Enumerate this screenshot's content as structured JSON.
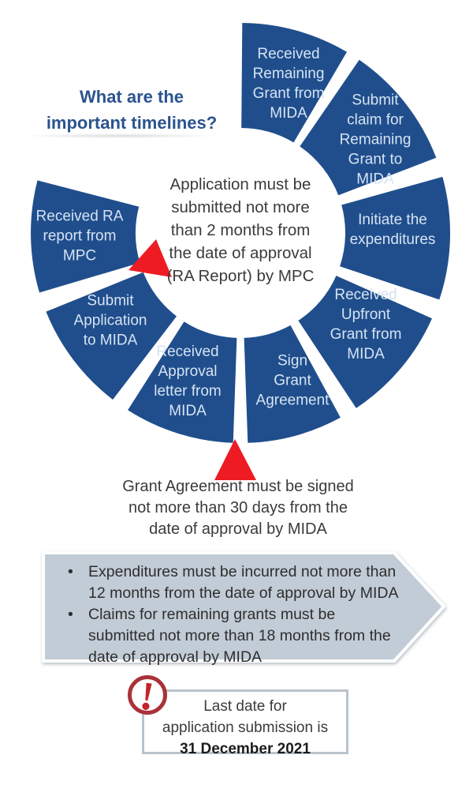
{
  "title": "What are the\nimportant timelines?",
  "ring": {
    "segments": [
      {
        "label": "Received\nRemaining\nGrant from\nMIDA"
      },
      {
        "label": "Submit\nclaim for\nRemaining\nGrant to\nMIDA"
      },
      {
        "label": "Initiate the\nexpenditures"
      },
      {
        "label": "Received\nUpfront\nGrant from\nMIDA"
      },
      {
        "label": "Sign\nGrant\nAgreement"
      },
      {
        "label": "Received\nApproval\nletter from\nMIDA"
      },
      {
        "label": "Submit\nApplication\nto MIDA"
      },
      {
        "label": "Received RA\nreport from\nMPC"
      }
    ],
    "center_note": "Application must be\nsubmitted not more\nthan 2 months from\nthe date of approval\n(RA Report) by MPC"
  },
  "notes": {
    "agreement": "Grant Agreement must be signed\nnot more than 30 days from the\ndate of approval by MIDA"
  },
  "callout": {
    "bullet_char": "•",
    "bullets": [
      "Expenditures must be incurred not more than\n12 months from the date of approval by MIDA",
      "Claims for remaining grants must be\nsubmitted not more than 18 months from the\ndate of approval by MIDA"
    ]
  },
  "deadline": {
    "line": "Last date for\napplication submission is",
    "date": "31 December 2021"
  },
  "colors": {
    "segment": "#204e8c",
    "segment_label": "#d5e3f3",
    "title": "#2b538f",
    "body_text": "#3b3b3b",
    "arrow_red": "#ee1b22",
    "callout_fill": "#c2ccd6",
    "warning_ring": "#a93238",
    "warning_mark": "#c4242b",
    "box_border": "#b9c3cc"
  }
}
